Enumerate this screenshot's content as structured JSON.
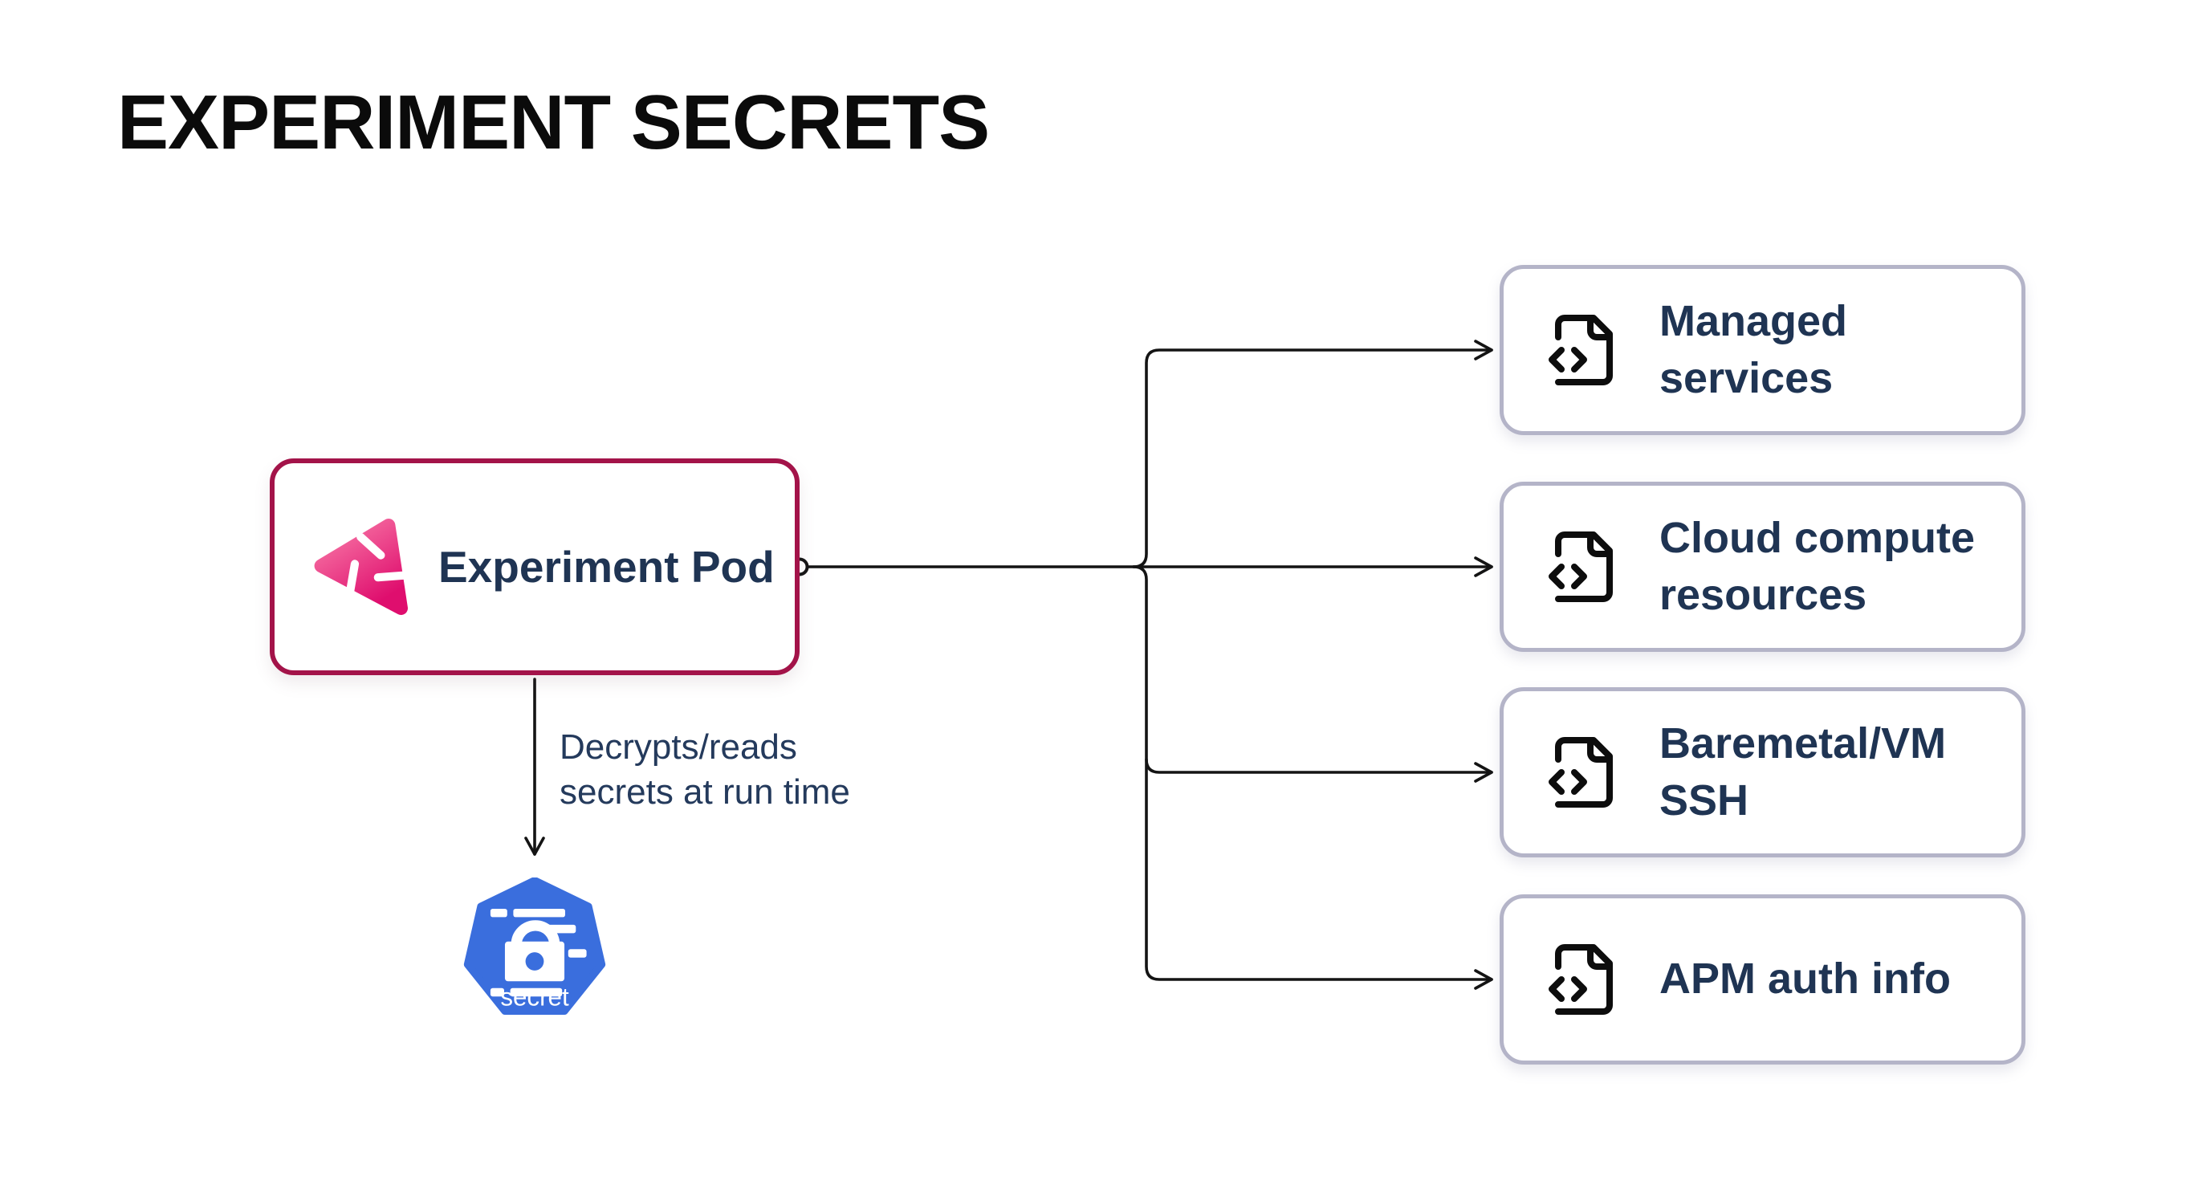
{
  "title": "EXPERIMENT SECRETS",
  "pod": {
    "label": "Experiment Pod",
    "icon": "litmus-chaos-logo-icon",
    "border_color": "#a31349"
  },
  "secret_flow": {
    "label": "Decrypts/reads secrets at run time"
  },
  "secret_badge": {
    "label": "secret",
    "icon": "kubernetes-secret-icon",
    "color": "#3a6edd"
  },
  "targets": [
    {
      "label": "Managed services",
      "icon": "file-code-icon"
    },
    {
      "label": "Cloud compute resources",
      "icon": "file-code-icon"
    },
    {
      "label": "Baremetal/VM SSH",
      "icon": "file-code-icon"
    },
    {
      "label": "APM auth info",
      "icon": "file-code-icon"
    }
  ],
  "colors": {
    "title_text": "#0b0b0b",
    "node_text": "#1f3453",
    "pod_border": "#a31349",
    "target_border": "#b4b4c8",
    "connector_line": "#141414",
    "kubernetes_blue": "#3a6edd"
  }
}
